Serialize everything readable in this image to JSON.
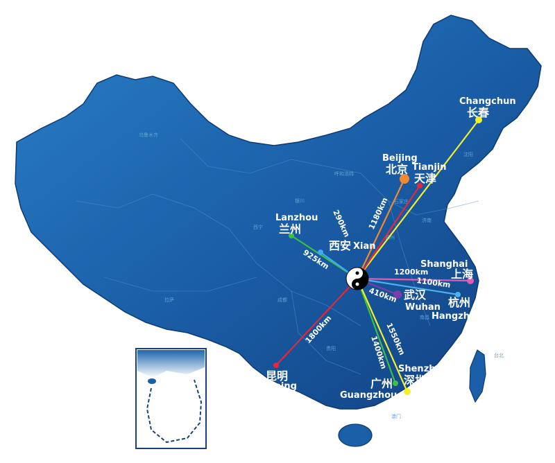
{
  "hub": {
    "name": "hub-taiji-icon"
  },
  "cities": [
    {
      "id": "changchun",
      "en": "Changchun",
      "zh": "长春",
      "color": "#f2ef2b"
    },
    {
      "id": "beijing",
      "en": "Beijing",
      "zh": "北京",
      "color": "#f08a32"
    },
    {
      "id": "tianjin",
      "en": "Tianjin",
      "zh": "天津",
      "color": "#e8263a"
    },
    {
      "id": "lanzhou",
      "en": "Lanzhou",
      "zh": "兰州",
      "color": "#3cc043"
    },
    {
      "id": "xian",
      "en": "Xian",
      "zh": "西安",
      "color": "#3fa9f5"
    },
    {
      "id": "shanghai",
      "en": "Shanghai",
      "zh": "上海",
      "color": "#e25bb7"
    },
    {
      "id": "hangzhou",
      "en": "Hangzhou",
      "zh": "杭州",
      "color": "#4fb0f0"
    },
    {
      "id": "wuhan",
      "en": "Wuhan",
      "zh": "武汉",
      "color": "#7a3ea8"
    },
    {
      "id": "kunming",
      "en": "Kunming",
      "zh": "昆明",
      "color": "#e8263a"
    },
    {
      "id": "guangzhou",
      "en": "Guangzhou",
      "zh": "广州",
      "color": "#3cc043"
    },
    {
      "id": "shenzhen",
      "en": "Shenzhen",
      "zh": "深圳",
      "color": "#f2ef2b"
    }
  ],
  "distances": {
    "xian": "290km",
    "beijing": "1180km",
    "lanzhou": "925km",
    "shanghai": "1200km",
    "hangzhou": "1100km",
    "wuhan": "410km",
    "kunming": "1800km",
    "shenzhen": "1550km",
    "guangzhou": "1400km"
  },
  "minor_labels": {
    "urumqi": "乌鲁木齐",
    "hohhot": "呼和浩特",
    "yinchuan": "银川",
    "xining": "西宁",
    "shijiazhuang": "石家庄",
    "jinan": "济南",
    "zhengzhou": "郑州",
    "shenyang": "沈阳",
    "chengdu": "成都",
    "guiyang": "贵阳",
    "lhasa": "拉萨",
    "nanchang": "南昌",
    "taipei": "台北",
    "macau": "澳门"
  }
}
